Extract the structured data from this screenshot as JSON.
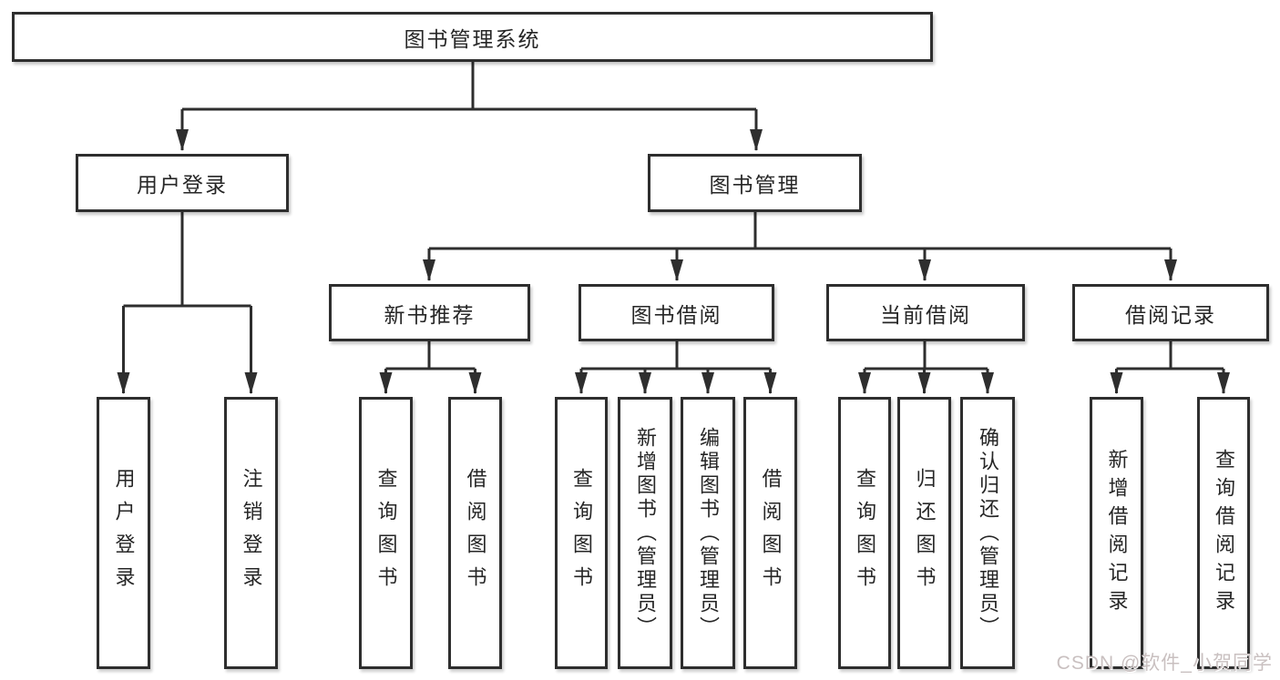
{
  "diagram": {
    "title": "图书管理系统",
    "type": "hierarchy-tree",
    "colors": {
      "line": "#2e2e2e",
      "box_border": "#2e2e2e",
      "box_fill": "#ffffff",
      "text": "#262626",
      "watermark": "#c9c0c0",
      "background": "#ffffff"
    },
    "nodes": {
      "root": "图书管理系统",
      "user_login": "用户登录",
      "book_management": "图书管理",
      "new_book_recommend": "新书推荐",
      "book_borrow": "图书借阅",
      "current_borrow": "当前借阅",
      "borrow_records": "借阅记录",
      "leaf_user_login": "用户登录",
      "leaf_logout": "注销登录",
      "leaf_query_book_recommend": "查询图书",
      "leaf_borrow_book_recommend": "借阅图书",
      "leaf_query_book_borrow": "查询图书",
      "leaf_add_book_admin": "新增图书（管理员）",
      "leaf_edit_book_admin": "编辑图书（管理员）",
      "leaf_borrow_book_borrow": "借阅图书",
      "leaf_query_book_current": "查询图书",
      "leaf_return_book": "归还图书",
      "leaf_confirm_return_admin": "确认归还（管理员）",
      "leaf_add_borrow_record": "新增借阅记录",
      "leaf_query_borrow_record": "查询借阅记录"
    },
    "hierarchy": {
      "图书管理系统": {
        "用户登录": [
          "用户登录",
          "注销登录"
        ],
        "图书管理": {
          "新书推荐": [
            "查询图书",
            "借阅图书"
          ],
          "图书借阅": [
            "查询图书",
            "新增图书（管理员）",
            "编辑图书（管理员）",
            "借阅图书"
          ],
          "当前借阅": [
            "查询图书",
            "归还图书",
            "确认归还（管理员）"
          ],
          "借阅记录": [
            "新增借阅记录",
            "查询借阅记录"
          ]
        }
      }
    },
    "watermark": "CSDN @软件_小贺同学"
  }
}
